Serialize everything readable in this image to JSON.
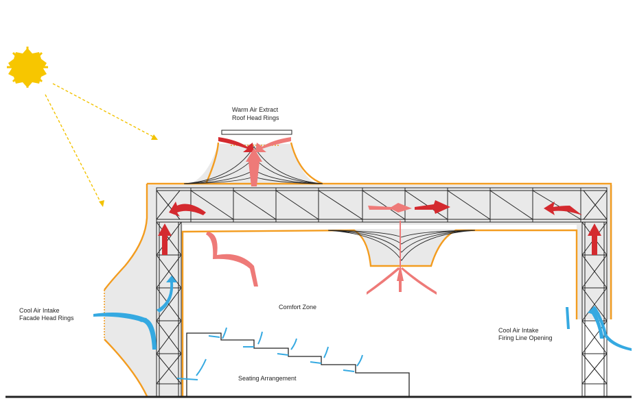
{
  "labels": {
    "roof_extract_line1": "Warm Air Extract",
    "roof_extract_line2": "Roof Head Rings",
    "facade_intake_line1": "Cool Air Intake",
    "facade_intake_line2": "Facade Head Rings",
    "comfort_zone": "Comfort Zone",
    "firing_line_line1": "Cool Air Intake",
    "firing_line_line2": "Firing Line Opening",
    "seating": "Seating Arrangement"
  },
  "colors": {
    "sun": "#F7C600",
    "sun_ray": "#F2C200",
    "membrane": "#F39C1F",
    "warm_air": "#D42A2F",
    "warm_air_light": "#EE7A78",
    "cool_air": "#35A9E1",
    "structure": "#222222",
    "fill": "#E9E9E9"
  },
  "icons": {
    "sun": "sun-icon"
  }
}
